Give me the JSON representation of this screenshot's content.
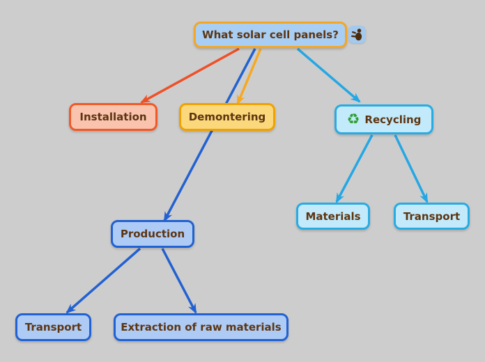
{
  "canvas": {
    "background": "#cdcdcd"
  },
  "colors": {
    "red_orange": "#ee5026",
    "gold": "#f7a821",
    "royal_blue": "#2161d1",
    "cyan": "#24a7e4"
  },
  "nodes": {
    "root": {
      "label": "What solar cell panels?",
      "fill": "#a9cef3",
      "border": "#f5a623",
      "text_color": "#5d3511"
    },
    "installation": {
      "label": "Installation",
      "fill": "#f9c3ae",
      "border": "#f05a28",
      "text_color": "#5d3511"
    },
    "demontering": {
      "label": "Demontering",
      "fill": "#fbd87c",
      "border": "#f0a202",
      "text_color": "#5d3511"
    },
    "recycling": {
      "label": "Recycling",
      "fill": "#c2eafb",
      "border": "#29abe2",
      "text_color": "#5d3511",
      "icon": "recycle-icon",
      "icon_char": "♻",
      "icon_color": "#2e9e30"
    },
    "materials": {
      "label": "Materials",
      "fill": "#c2eafb",
      "border": "#29abe2",
      "text_color": "#5d3511"
    },
    "transport_recycling": {
      "label": "Transport",
      "fill": "#c2eafb",
      "border": "#29abe2",
      "text_color": "#5d3511"
    },
    "production": {
      "label": "Production",
      "fill": "#aecbf5",
      "border": "#2161d1",
      "text_color": "#5d3511"
    },
    "transport_production": {
      "label": "Transport",
      "fill": "#aecbf5",
      "border": "#2161d1",
      "text_color": "#5d3511"
    },
    "extraction": {
      "label": "Extraction of raw materials",
      "fill": "#aecbf5",
      "border": "#2161d1",
      "text_color": "#5d3511"
    }
  },
  "badge": {
    "icon": "figure-icon",
    "fill": "#a4c9ef",
    "glyph_color": "#4a2a08"
  },
  "edges": [
    {
      "from": "root",
      "to": "installation",
      "color_key": "red_orange"
    },
    {
      "from": "root",
      "to": "demontering",
      "color_key": "gold"
    },
    {
      "from": "root",
      "to": "production",
      "color_key": "royal_blue"
    },
    {
      "from": "root",
      "to": "recycling",
      "color_key": "cyan"
    },
    {
      "from": "recycling",
      "to": "materials",
      "color_key": "cyan"
    },
    {
      "from": "recycling",
      "to": "transport_recycling",
      "color_key": "cyan"
    },
    {
      "from": "production",
      "to": "transport_production",
      "color_key": "royal_blue"
    },
    {
      "from": "production",
      "to": "extraction",
      "color_key": "royal_blue"
    }
  ]
}
